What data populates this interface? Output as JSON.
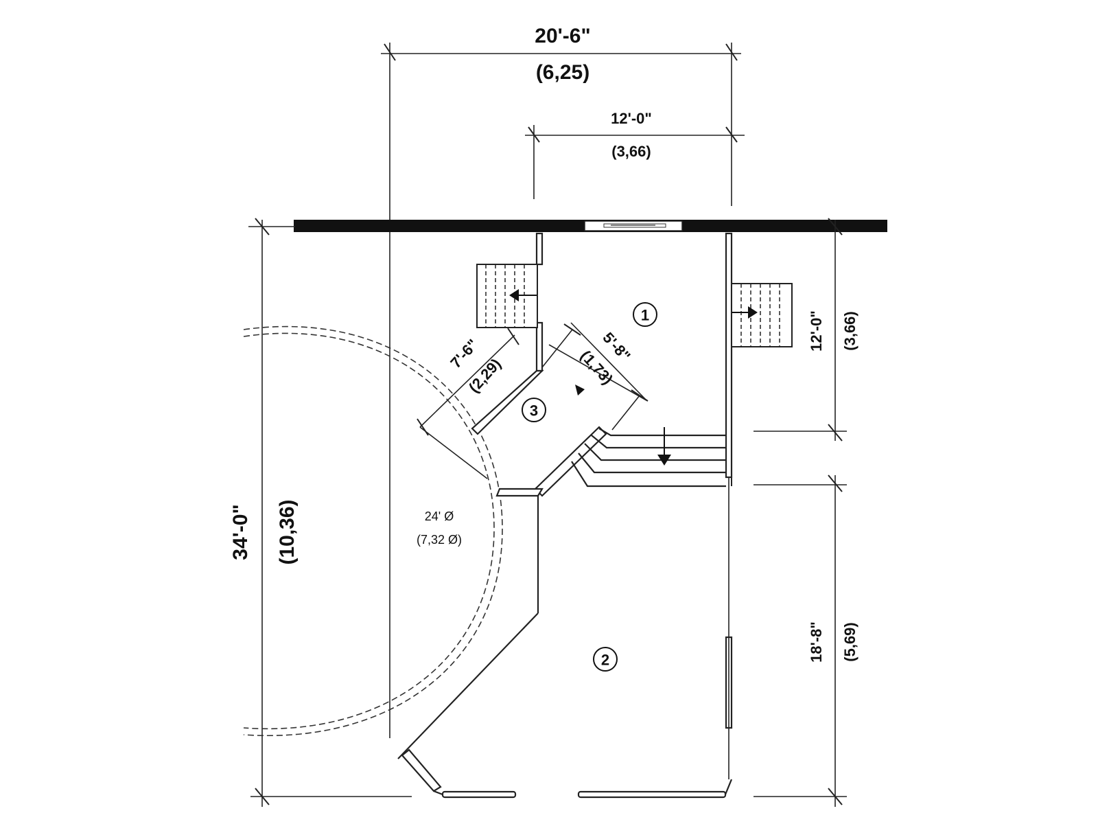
{
  "dimensions": {
    "overall_width": {
      "imperial": "20'-6\"",
      "metric": "(6,25)"
    },
    "deck1_width": {
      "imperial": "12'-0\"",
      "metric": "(3,66)"
    },
    "overall_depth": {
      "imperial": "34'-0\"",
      "metric": "(10,36)"
    },
    "deck1_depth": {
      "imperial": "12'-0\"",
      "metric": "(3,66)"
    },
    "deck2_depth": {
      "imperial": "18'-8\"",
      "metric": "(5,69)"
    },
    "deck3_side_a": {
      "imperial": "7'-6\"",
      "metric": "(2,29)"
    },
    "deck3_side_b": {
      "imperial": "5'-8\"",
      "metric": "(1,73)"
    },
    "pool_diameter": {
      "imperial": "24' Ø",
      "metric": "(7,32  Ø)"
    }
  },
  "areas": [
    {
      "label": "1"
    },
    {
      "label": "2"
    },
    {
      "label": "3"
    }
  ],
  "colors": {
    "line": "#222222",
    "wall": "#111111",
    "background": "#ffffff"
  }
}
